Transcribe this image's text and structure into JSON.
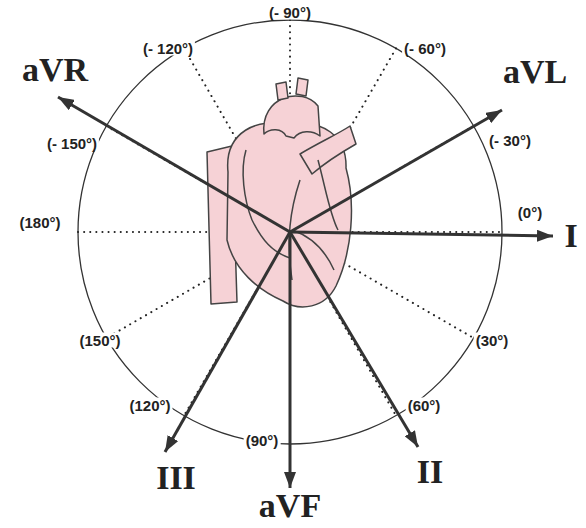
{
  "diagram": {
    "labels": [
      "(- 90°)",
      "(- 120°)",
      "(- 60°)",
      "aVR",
      "aVL",
      "(- 150°)",
      "(- 30°)",
      "(180°)",
      "(0°)",
      "I",
      "(150°)",
      "(30°)",
      "(120°)",
      "(60°)",
      "(90°)",
      "III",
      "II",
      "aVF"
    ]
  }
}
